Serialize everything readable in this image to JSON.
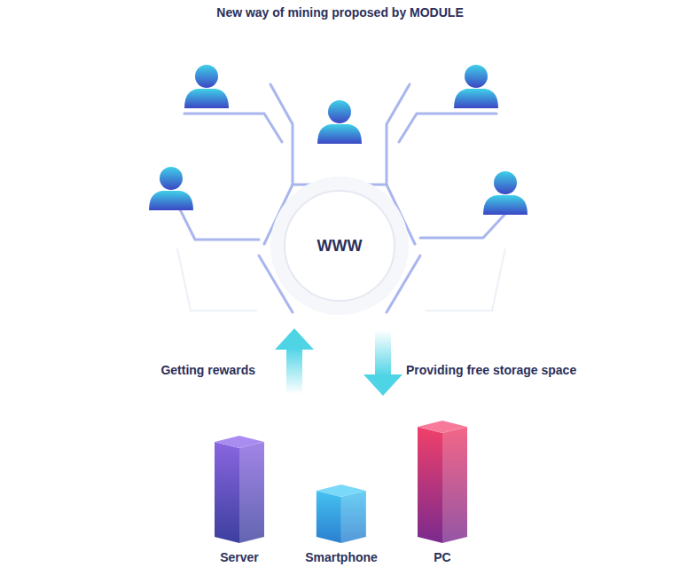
{
  "diagram": {
    "title": "New way of mining proposed by MODULE",
    "nodes": [
      {
        "text": [
          "WWW"
        ]
      },
      {
        "text": [
          "Server"
        ]
      },
      {
        "text": [
          "Smartphone"
        ]
      },
      {
        "text": [
          "PC"
        ]
      }
    ],
    "labels": [
      "Getting rewards",
      "Providing free storage space"
    ]
  }
}
